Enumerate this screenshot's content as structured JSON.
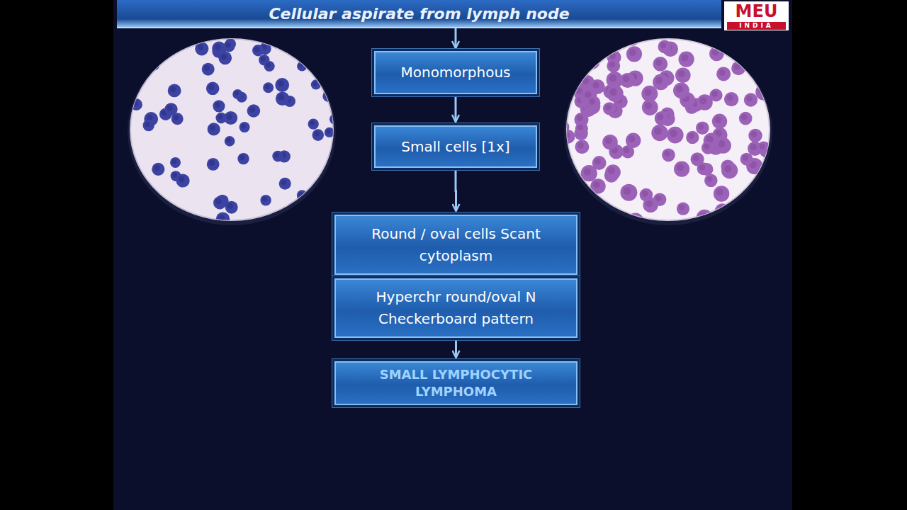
{
  "diagram": {
    "title": "Cellular aspirate from lymph node",
    "nodes": [
      {
        "text": [
          "Monomorphous"
        ]
      },
      {
        "text": [
          "Small cells [1x]"
        ]
      },
      {
        "text": [
          "Round / oval cells Scant cytoplasm"
        ]
      },
      {
        "text": [
          "Hyperchr round/oval N Checkerboard pattern"
        ]
      },
      {
        "text": [
          "SMALL LYMPHOCYTIC LYMPHOMA"
        ]
      }
    ],
    "edges": [
      {
        "from": 0,
        "to": 1,
        "arrow": "to"
      },
      {
        "from": 1,
        "to": 2,
        "arrow": "to"
      },
      {
        "from": 3,
        "to": 4,
        "arrow": "to"
      }
    ],
    "labels": [
      "MEU",
      "INDIA"
    ]
  }
}
